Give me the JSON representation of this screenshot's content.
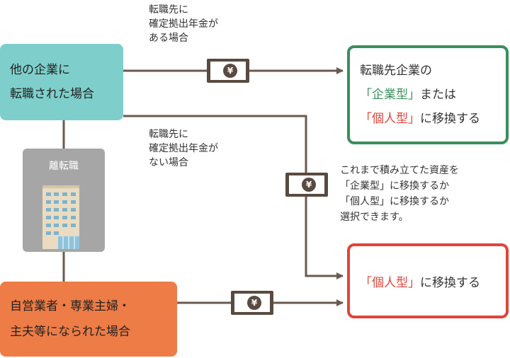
{
  "boxes": {
    "transferred": {
      "line1": "他の企業に",
      "line2": "転職された場合"
    },
    "self_employed": {
      "line1": "自営業者・専業主婦・",
      "line2": "主夫等になられた場合"
    },
    "leave_job": {
      "label": "離転職"
    },
    "dest_company": {
      "line1": "転職先企業の",
      "corp_type": "「企業型」",
      "or_text": "または",
      "indiv_type": "「個人型」",
      "suffix": "に移換する"
    },
    "dest_individual": {
      "type": "「個人型」",
      "suffix": "に移換する"
    }
  },
  "notes": {
    "has_plan": [
      "転職先に",
      "確定拠出年金が",
      "ある場合"
    ],
    "no_plan": [
      "転職先に",
      "確定拠出年金が",
      "ない場合"
    ],
    "choice": [
      "これまで積み立てた資産を",
      "「企業型」に移換するか",
      "「個人型」に移換するか",
      "選択できます。"
    ]
  },
  "money_symbol": "¥",
  "colors": {
    "teal": "#7ecfcb",
    "orange": "#ee7c46",
    "grey": "#a6a6a6",
    "green": "#3a8e5c",
    "red": "#e0443a",
    "line": "#6b5a4e"
  }
}
